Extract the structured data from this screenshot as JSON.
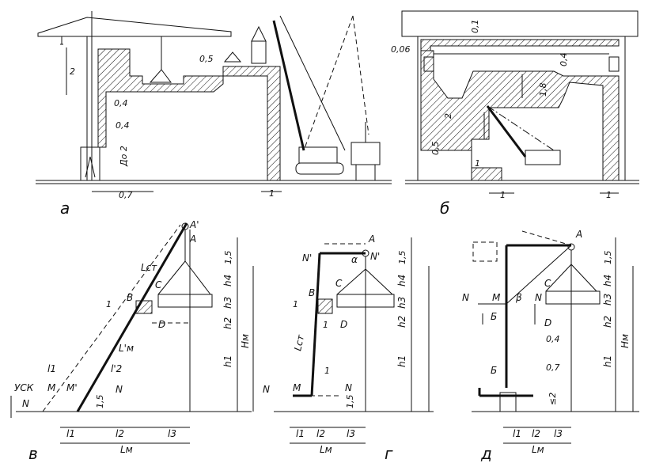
{
  "panels": [
    {
      "id": "a",
      "letter": "а"
    },
    {
      "id": "b",
      "letter": "б"
    },
    {
      "id": "v",
      "letter": "в"
    },
    {
      "id": "g",
      "letter": "г"
    },
    {
      "id": "d",
      "letter": "д"
    }
  ],
  "dims_a": {
    "d2": "2",
    "d05": "0,5",
    "d04a": "0,4",
    "d04b": "0,4",
    "do2": "До 2",
    "d07": "0,7",
    "d1": "1"
  },
  "dims_b": {
    "d01": "0,1",
    "d006": "0,06",
    "d04": "0,4",
    "d18": "1,8",
    "d2": "2",
    "d05": "0,5",
    "d1a": "1",
    "d1b": "1",
    "d1c": "1"
  },
  "labels_v": {
    "A1": "A'",
    "A": "A",
    "Lst": "Lст",
    "C": "C",
    "B": "B",
    "D": "D",
    "Lm1": "L'м",
    "l1": "l1",
    "l2p": "l'2",
    "M": "M",
    "M1": "M'",
    "N": "N",
    "N2": "N",
    "usk": "УСК",
    "one": "1",
    "d15": "1,5",
    "h4": "h4",
    "h3": "h3",
    "h2": "h2",
    "h1": "h1",
    "Hm": "Hм",
    "l1b": "l1",
    "l2": "l2",
    "l3": "l3",
    "Lm": "Lм",
    "r15": "1,5"
  },
  "labels_g": {
    "A": "A",
    "N1": "N'",
    "N1b": "N'",
    "alpha": "α",
    "C": "C",
    "B": "B",
    "D": "D",
    "Lst": "Lст",
    "M": "M",
    "N": "N",
    "N2": "N",
    "one_a": "1",
    "one_b": "1",
    "one_c": "1",
    "r15": "1,5",
    "h4": "h4",
    "h3": "h3",
    "h2": "h2",
    "h1": "h1",
    "l1": "l1",
    "l2": "l2",
    "l3": "l3",
    "Lm": "Lм",
    "d15": "1,5"
  },
  "labels_d": {
    "A": "A",
    "N": "N",
    "M": "M",
    "beta": "β",
    "N2": "N",
    "C": "C",
    "D": "D",
    "B1": "Б",
    "B2": "Б",
    "d04": "0,4",
    "d07": "0,7",
    "le2": "≤2",
    "r15": "1,5",
    "h4": "h4",
    "h3": "h3",
    "h2": "h2",
    "h1": "h1",
    "Hm": "Hм",
    "l1": "l1",
    "l2": "l2",
    "l3": "l3",
    "Lm": "Lм"
  }
}
